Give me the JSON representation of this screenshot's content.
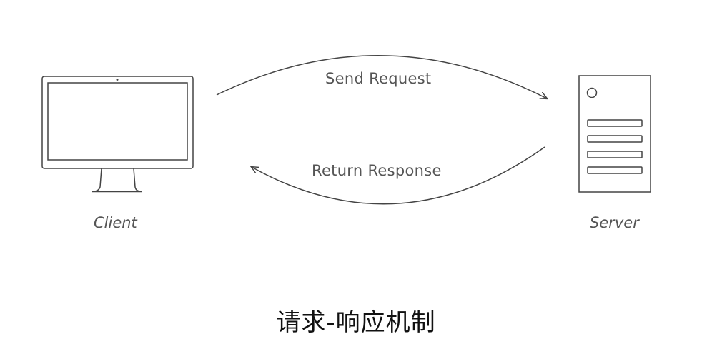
{
  "diagram": {
    "arrows": {
      "request_label": "Send Request",
      "response_label": "Return Response"
    },
    "nodes": {
      "client_label": "Client",
      "server_label": "Server"
    },
    "caption": "请求-响应机制"
  },
  "colors": {
    "stroke": "#444444",
    "label_text": "#555555",
    "caption_text": "#111111",
    "background": "#ffffff"
  },
  "icons": {
    "client": "monitor-icon",
    "server": "server-tower-icon"
  }
}
